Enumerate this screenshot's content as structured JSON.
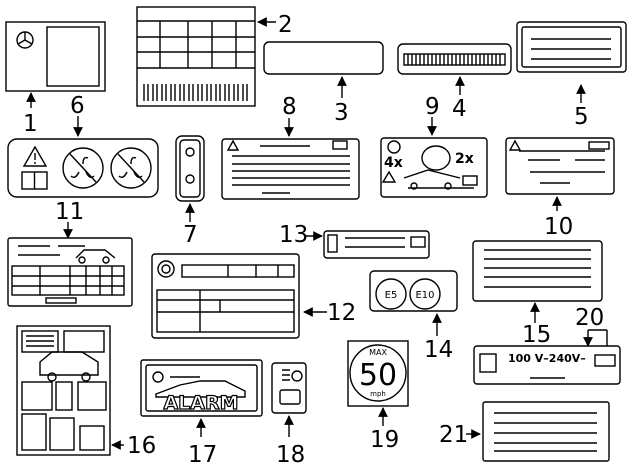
{
  "callouts": [
    "1",
    "2",
    "3",
    "4",
    "5",
    "6",
    "7",
    "8",
    "9",
    "10",
    "11",
    "12",
    "13",
    "14",
    "15",
    "16",
    "17",
    "18",
    "19",
    "20",
    "21"
  ],
  "texts": {
    "l9_4x": "4x",
    "l9_2x": "2x",
    "l14_e5": "E5",
    "l14_e10": "E10",
    "l17_alarm": "ALARM",
    "l19_max": "MAX",
    "l19_value": "50",
    "l19_unit": "mph",
    "l20_voltage": "100 V–240V–"
  }
}
